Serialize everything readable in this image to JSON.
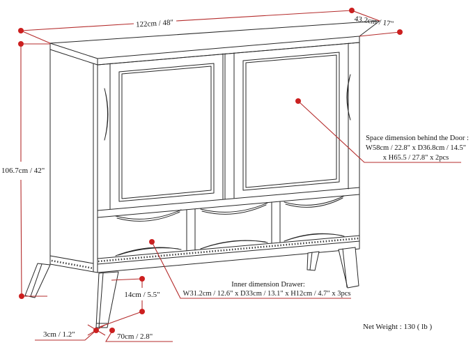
{
  "diagram": {
    "type": "furniture-dimension-drawing",
    "item": "two-door three-drawer sideboard cabinet line drawing",
    "labels": {
      "width": "122cm / 48\"",
      "depth": "43.2cm / 17\"",
      "height": "106.7cm / 42\"",
      "leg_height": "14cm / 5.5\"",
      "foot_height": "3cm / 1.2\"",
      "foot_width": "70cm / 2.8\"",
      "net_weight": "Net Weight : 130 ( lb )"
    },
    "door_space": {
      "line1": "Space dimension behind the Door :",
      "line2": "W58cm / 22.8\" x D36.8cm / 14.5\"",
      "line3": "x H65.5 / 27.8\" x 2pcs"
    },
    "drawer_space": {
      "line1": "Inner dimension Drawer:",
      "line2": "W31.2cm / 12.6\" x D33cm / 13.1\" x H12cm / 4.7\" x 3pcs"
    },
    "colors": {
      "annotation_line": "#b42b2b",
      "annotation_dot": "#cc1f1f",
      "drawing_line": "#262626",
      "background": "#ffffff",
      "text": "#141414"
    },
    "counts": {
      "doors": 2,
      "drawers": 3,
      "legs": 4
    }
  }
}
